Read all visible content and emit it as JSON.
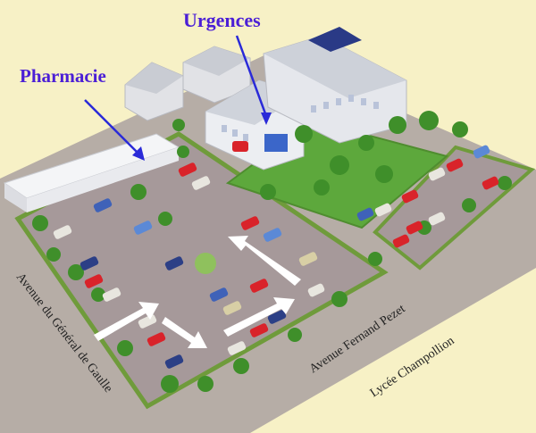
{
  "labels": {
    "urgences": "Urgences",
    "pharmacie": "Pharmacie",
    "avenue_general": "Avenue du Général de Gaulle",
    "avenue_fernand": "Avenue Fernand Pezet",
    "lycee": "Lycée Champollion"
  },
  "colors": {
    "background": "#f7f1c6",
    "road": "#b5aca3",
    "parking": "#a79a95",
    "lawn": "#5aa63a",
    "building_wall": "#e6e7ec",
    "building_roof": "#cfd3db",
    "label_blue": "#4b1fd6",
    "arrow": "#ffffff",
    "pointer": "#2a2ad8"
  },
  "car_colors": [
    "#d9232a",
    "#3f62b8",
    "#2c3f86",
    "#e8e6df",
    "#d8cfa5",
    "#5b89d6"
  ]
}
